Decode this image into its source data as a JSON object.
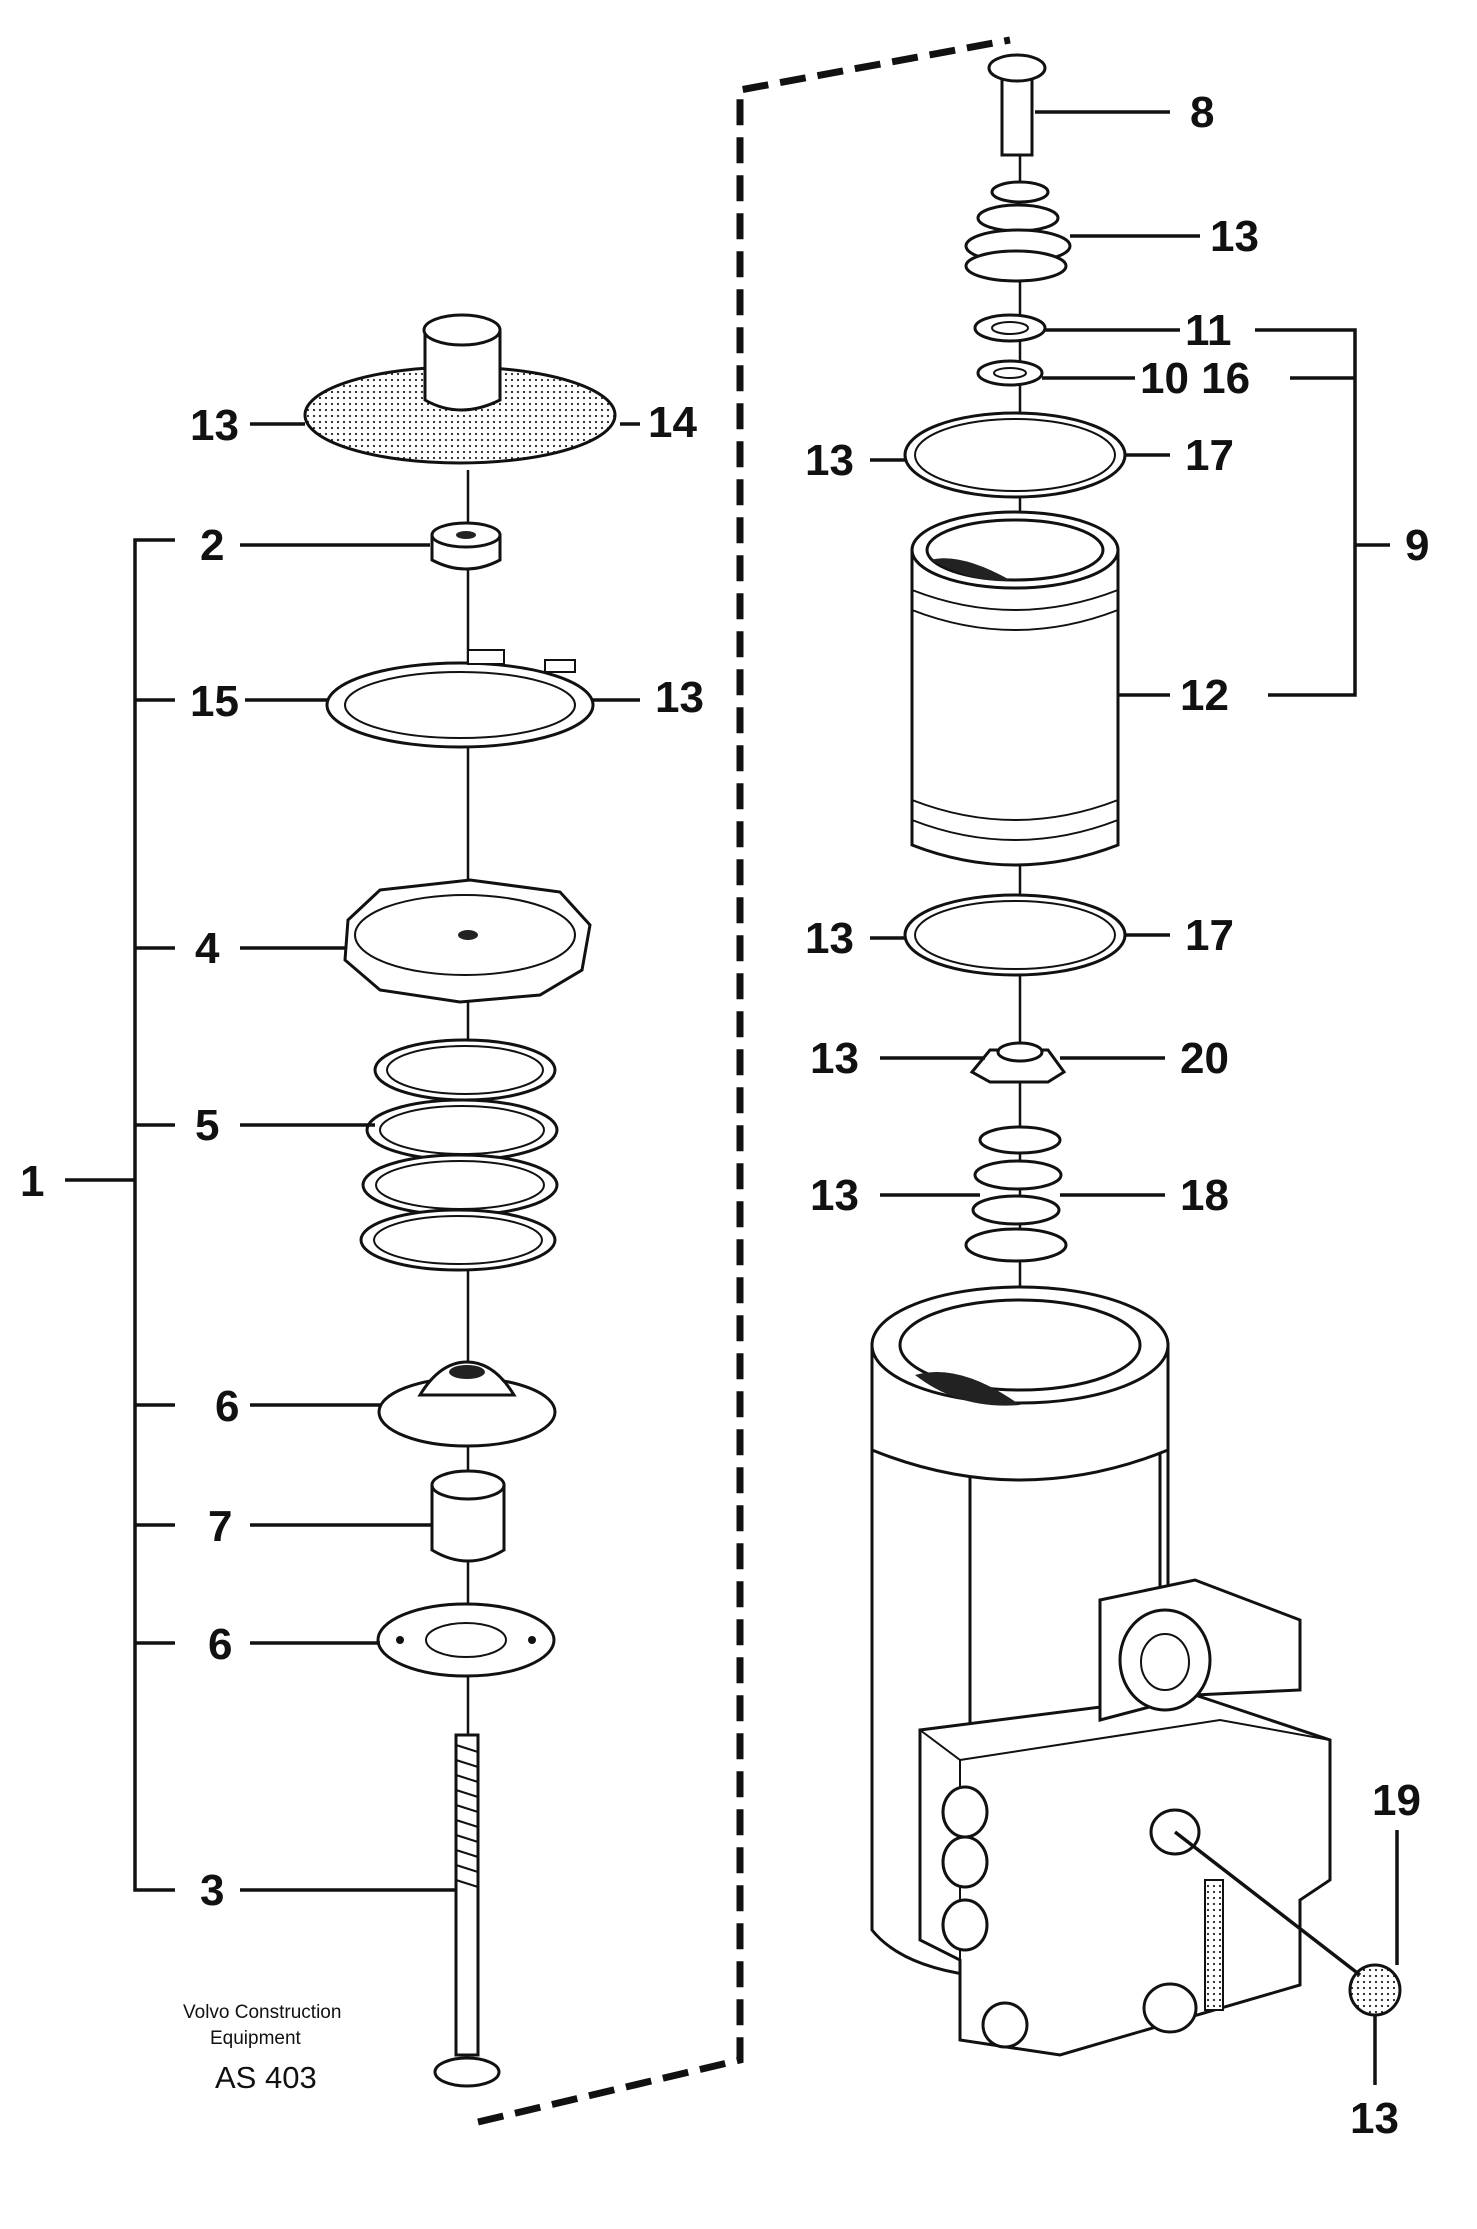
{
  "caption": {
    "line1": "Volvo Construction",
    "line2": "Equipment",
    "code": "AS 403"
  },
  "labels": {
    "item1": "1",
    "item2": "2",
    "item3": "3",
    "item4": "4",
    "item5": "5",
    "item6a": "6",
    "item6b": "6",
    "item7": "7",
    "item8": "8",
    "item9": "9",
    "item10_16": "10 16",
    "item11": "11",
    "item12": "12",
    "item13_cap": "13",
    "item14": "14",
    "item15": "15",
    "item13_ring": "13",
    "item13_spring": "13",
    "item13_ring17a": "13",
    "item17a": "17",
    "item13_ring17b": "13",
    "item17b": "17",
    "item13_plate20": "13",
    "item20": "20",
    "item13_spring18": "13",
    "item18": "18",
    "item19": "19",
    "item13_ball": "13"
  }
}
